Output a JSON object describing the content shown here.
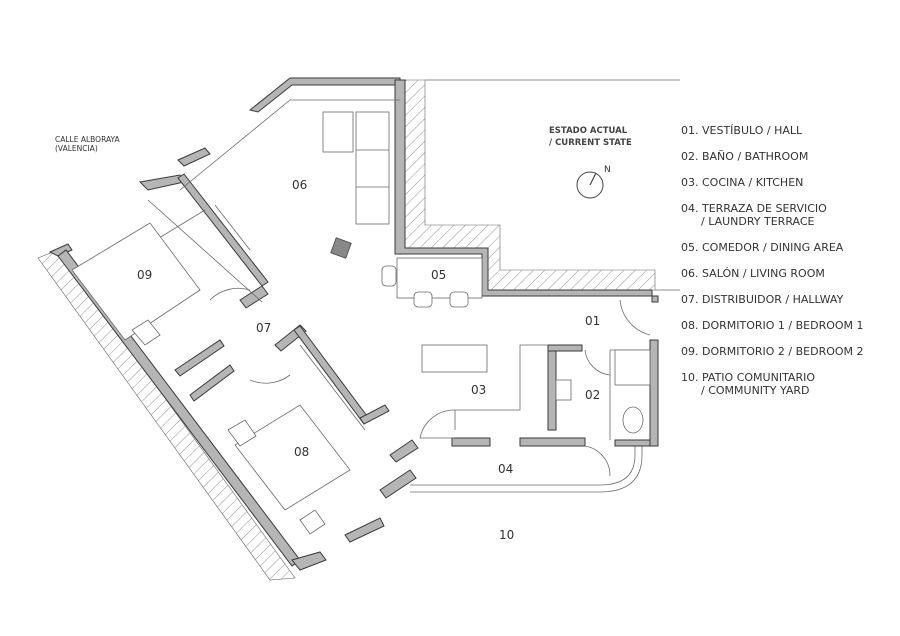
{
  "street": {
    "line1": "CALLE ALBORAYA",
    "line2": "(VALENCIA)"
  },
  "status": {
    "line1": "ESTADO ACTUAL",
    "line2": "/ CURRENT STATE"
  },
  "compass": {
    "label": "N"
  },
  "rooms": [
    {
      "id": "01",
      "label": "01"
    },
    {
      "id": "02",
      "label": "02"
    },
    {
      "id": "03",
      "label": "03"
    },
    {
      "id": "04",
      "label": "04"
    },
    {
      "id": "05",
      "label": "05"
    },
    {
      "id": "06",
      "label": "06"
    },
    {
      "id": "07",
      "label": "07"
    },
    {
      "id": "08",
      "label": "08"
    },
    {
      "id": "09",
      "label": "09"
    },
    {
      "id": "10",
      "label": "10"
    }
  ],
  "legend": [
    {
      "line1": "01. VESTÍBULO / HALL",
      "line2": ""
    },
    {
      "line1": "02. BAÑO / BATHROOM",
      "line2": ""
    },
    {
      "line1": "03. COCINA / KITCHEN",
      "line2": ""
    },
    {
      "line1": "04. TERRAZA DE SERVICIO",
      "line2": "/ LAUNDRY TERRACE"
    },
    {
      "line1": "05. COMEDOR / DINING AREA",
      "line2": ""
    },
    {
      "line1": "06. SALÓN / LIVING ROOM",
      "line2": ""
    },
    {
      "line1": "07. DISTRIBUIDOR / HALLWAY",
      "line2": ""
    },
    {
      "line1": "08. DORMITORIO 1 / BEDROOM 1",
      "line2": ""
    },
    {
      "line1": "09. DORMITORIO 2 / BEDROOM 2",
      "line2": ""
    },
    {
      "line1": "10. PATIO COMUNITARIO",
      "line2": "/ COMMUNITY YARD"
    }
  ]
}
